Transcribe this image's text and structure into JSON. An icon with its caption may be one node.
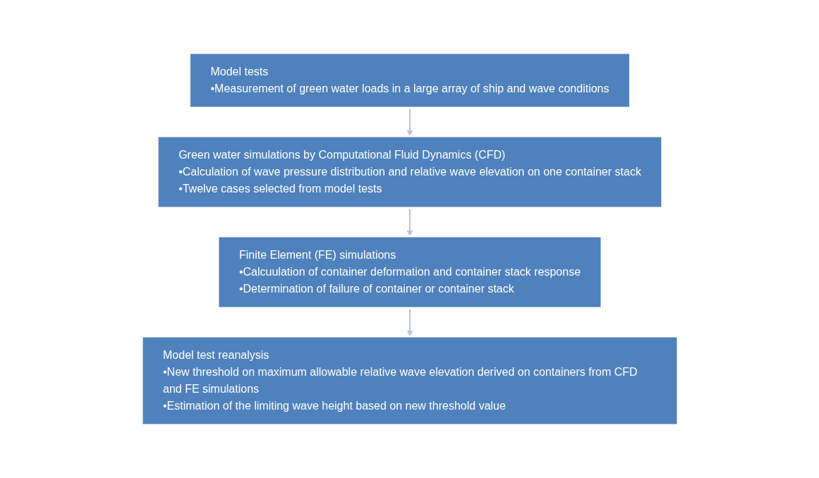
{
  "diagram": {
    "nodes": [
      {
        "text": [
          "Model tests",
          "•Measurement of green water loads in a large array of ship and wave conditions"
        ]
      },
      {
        "text": [
          "Green water simulations by Computational Fluid Dynamics (CFD)",
          "•Calculation of wave pressure distribution and relative wave elevation on one container stack",
          "•Twelve cases selected from model tests"
        ]
      },
      {
        "text": [
          "Finite Element (FE) simulations",
          "•Calcuulation of container deformation and container stack response",
          "•Determination of failure of container or container stack"
        ]
      },
      {
        "text": [
          "Model test reanalysis",
          "•New threshold on maximum allowable relative wave elevation derived on containers from CFD and FE simulations",
          "•Estimation of the limiting wave height based on new threshold value"
        ]
      }
    ],
    "edges": [
      {
        "from": 0,
        "to": 1,
        "arrow": "to"
      },
      {
        "from": 1,
        "to": 2,
        "arrow": "to"
      },
      {
        "from": 2,
        "to": 3,
        "arrow": "to"
      }
    ]
  }
}
